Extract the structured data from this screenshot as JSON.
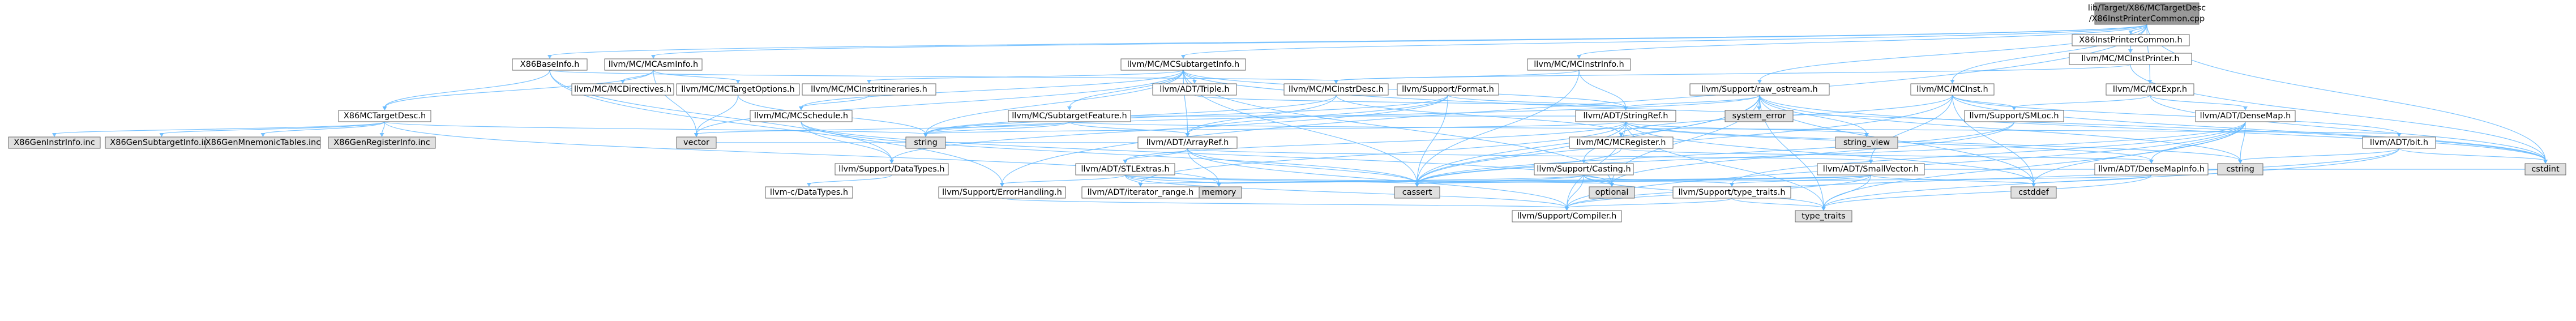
{
  "root": {
    "line1": "lib/Target/X86/MCTargetDesc",
    "line2": "/X86InstPrinterCommon.cpp"
  },
  "colors": {
    "root_fill": "#999999",
    "gray_fill": "#e0e0e0",
    "white_fill": "#ffffff",
    "red_text": "#ff0000",
    "black_text": "#000000",
    "edge": "#63b8ff",
    "border": "#666666"
  },
  "nodes": [
    {
      "id": "x86ipc",
      "label": "X86InstPrinterCommon.h",
      "style": "white",
      "clickable": true
    },
    {
      "id": "mcinstprinter",
      "label": "llvm/MC/MCInstPrinter.h",
      "style": "white",
      "clickable": true
    },
    {
      "id": "x86baseinfo",
      "label": "X86BaseInfo.h",
      "style": "white",
      "clickable": true
    },
    {
      "id": "mcasminfo",
      "label": "llvm/MC/MCAsmInfo.h",
      "style": "white",
      "clickable": true
    },
    {
      "id": "mcsubtargetinfo",
      "label": "llvm/MC/MCSubtargetInfo.h",
      "style": "white",
      "clickable": true
    },
    {
      "id": "mcinstrinfo",
      "label": "llvm/MC/MCInstrInfo.h",
      "style": "white",
      "clickable": true
    },
    {
      "id": "rawostream",
      "label": "llvm/Support/raw_ostream.h",
      "style": "white",
      "clickable": true
    },
    {
      "id": "mcinst",
      "label": "llvm/MC/MCInst.h",
      "style": "white",
      "clickable": true
    },
    {
      "id": "mcexpr",
      "label": "llvm/MC/MCExpr.h",
      "style": "white",
      "clickable": true
    },
    {
      "id": "x86mctargetdesc",
      "label": "X86MCTargetDesc.h",
      "style": "white",
      "clickable": true
    },
    {
      "id": "mcdirectives",
      "label": "llvm/MC/MCDirectives.h",
      "style": "white",
      "clickable": true
    },
    {
      "id": "mctargetoptions",
      "label": "llvm/MC/MCTargetOptions.h",
      "style": "red",
      "clickable": true
    },
    {
      "id": "mcinstrit",
      "label": "llvm/MC/MCInstrItineraries.h",
      "style": "red",
      "clickable": true
    },
    {
      "id": "subtargetfeature",
      "label": "llvm/MC/SubtargetFeature.h",
      "style": "red",
      "clickable": true
    },
    {
      "id": "triple",
      "label": "llvm/ADT/Triple.h",
      "style": "red",
      "clickable": true
    },
    {
      "id": "mcinstrdesc",
      "label": "llvm/MC/MCInstrDesc.h",
      "style": "white",
      "clickable": true
    },
    {
      "id": "format",
      "label": "llvm/Support/Format.h",
      "style": "red",
      "clickable": true
    },
    {
      "id": "stringref",
      "label": "llvm/ADT/StringRef.h",
      "style": "red",
      "clickable": true
    },
    {
      "id": "mcregister",
      "label": "llvm/MC/MCRegister.h",
      "style": "red",
      "clickable": true
    },
    {
      "id": "smloc",
      "label": "llvm/Support/SMLoc.h",
      "style": "white",
      "clickable": true
    },
    {
      "id": "densemap",
      "label": "llvm/ADT/DenseMap.h",
      "style": "red",
      "clickable": true
    },
    {
      "id": "mcschedule",
      "label": "llvm/MC/MCSchedule.h",
      "style": "red",
      "clickable": true
    },
    {
      "id": "arrayref",
      "label": "llvm/ADT/ArrayRef.h",
      "style": "red",
      "clickable": true
    },
    {
      "id": "systemerror",
      "label": "system_error",
      "style": "gray",
      "clickable": false
    },
    {
      "id": "bitvector",
      "label": "llvm/ADT/bit.h",
      "style": "red",
      "clickable": true
    },
    {
      "id": "x86instrinfoinc",
      "label": "X86GenInstrInfo.inc",
      "style": "gray",
      "clickable": false
    },
    {
      "id": "x86subtargetinc",
      "label": "X86GenSubtargetInfo.inc",
      "style": "gray",
      "clickable": false
    },
    {
      "id": "x86mnemonicinc",
      "label": "X86GenMnemonicTables.inc",
      "style": "gray",
      "clickable": false
    },
    {
      "id": "x86registerinc",
      "label": "X86GenRegisterInfo.inc",
      "style": "gray",
      "clickable": false
    },
    {
      "id": "vector",
      "label": "vector",
      "style": "gray",
      "clickable": false
    },
    {
      "id": "string",
      "label": "string",
      "style": "gray",
      "clickable": false
    },
    {
      "id": "stlextras",
      "label": "llvm/ADT/STLExtras.h",
      "style": "red",
      "clickable": true
    },
    {
      "id": "casting",
      "label": "llvm/Support/Casting.h",
      "style": "white",
      "clickable": true
    },
    {
      "id": "smallvector",
      "label": "llvm/ADT/SmallVector.h",
      "style": "red",
      "clickable": true
    },
    {
      "id": "stringview",
      "label": "string_view",
      "style": "gray",
      "clickable": false
    },
    {
      "id": "densemapinfo",
      "label": "llvm/ADT/DenseMapInfo.h",
      "style": "red",
      "clickable": true
    },
    {
      "id": "datatypes",
      "label": "llvm/Support/DataTypes.h",
      "style": "white",
      "clickable": true
    },
    {
      "id": "cstring",
      "label": "cstring",
      "style": "gray",
      "clickable": false
    },
    {
      "id": "cstdint",
      "label": "cstdint",
      "style": "gray",
      "clickable": false
    },
    {
      "id": "cdatatypes",
      "label": "llvm-c/DataTypes.h",
      "style": "red",
      "clickable": true
    },
    {
      "id": "errorhandling",
      "label": "llvm/Support/ErrorHandling.h",
      "style": "white",
      "clickable": true
    },
    {
      "id": "memory",
      "label": "memory",
      "style": "gray",
      "clickable": false
    },
    {
      "id": "cassert",
      "label": "cassert",
      "style": "gray",
      "clickable": false
    },
    {
      "id": "iteratorrange",
      "label": "llvm/ADT/iterator_range.h",
      "style": "red",
      "clickable": true
    },
    {
      "id": "optional",
      "label": "optional",
      "style": "gray",
      "clickable": false
    },
    {
      "id": "cstddef",
      "label": "cstddef",
      "style": "gray",
      "clickable": false
    },
    {
      "id": "typetraitsh",
      "label": "llvm/Support/type_traits.h",
      "style": "red",
      "clickable": true
    },
    {
      "id": "compiler",
      "label": "llvm/Support/Compiler.h",
      "style": "red",
      "clickable": true
    },
    {
      "id": "typetraits",
      "label": "type_traits",
      "style": "gray",
      "clickable": false
    }
  ]
}
